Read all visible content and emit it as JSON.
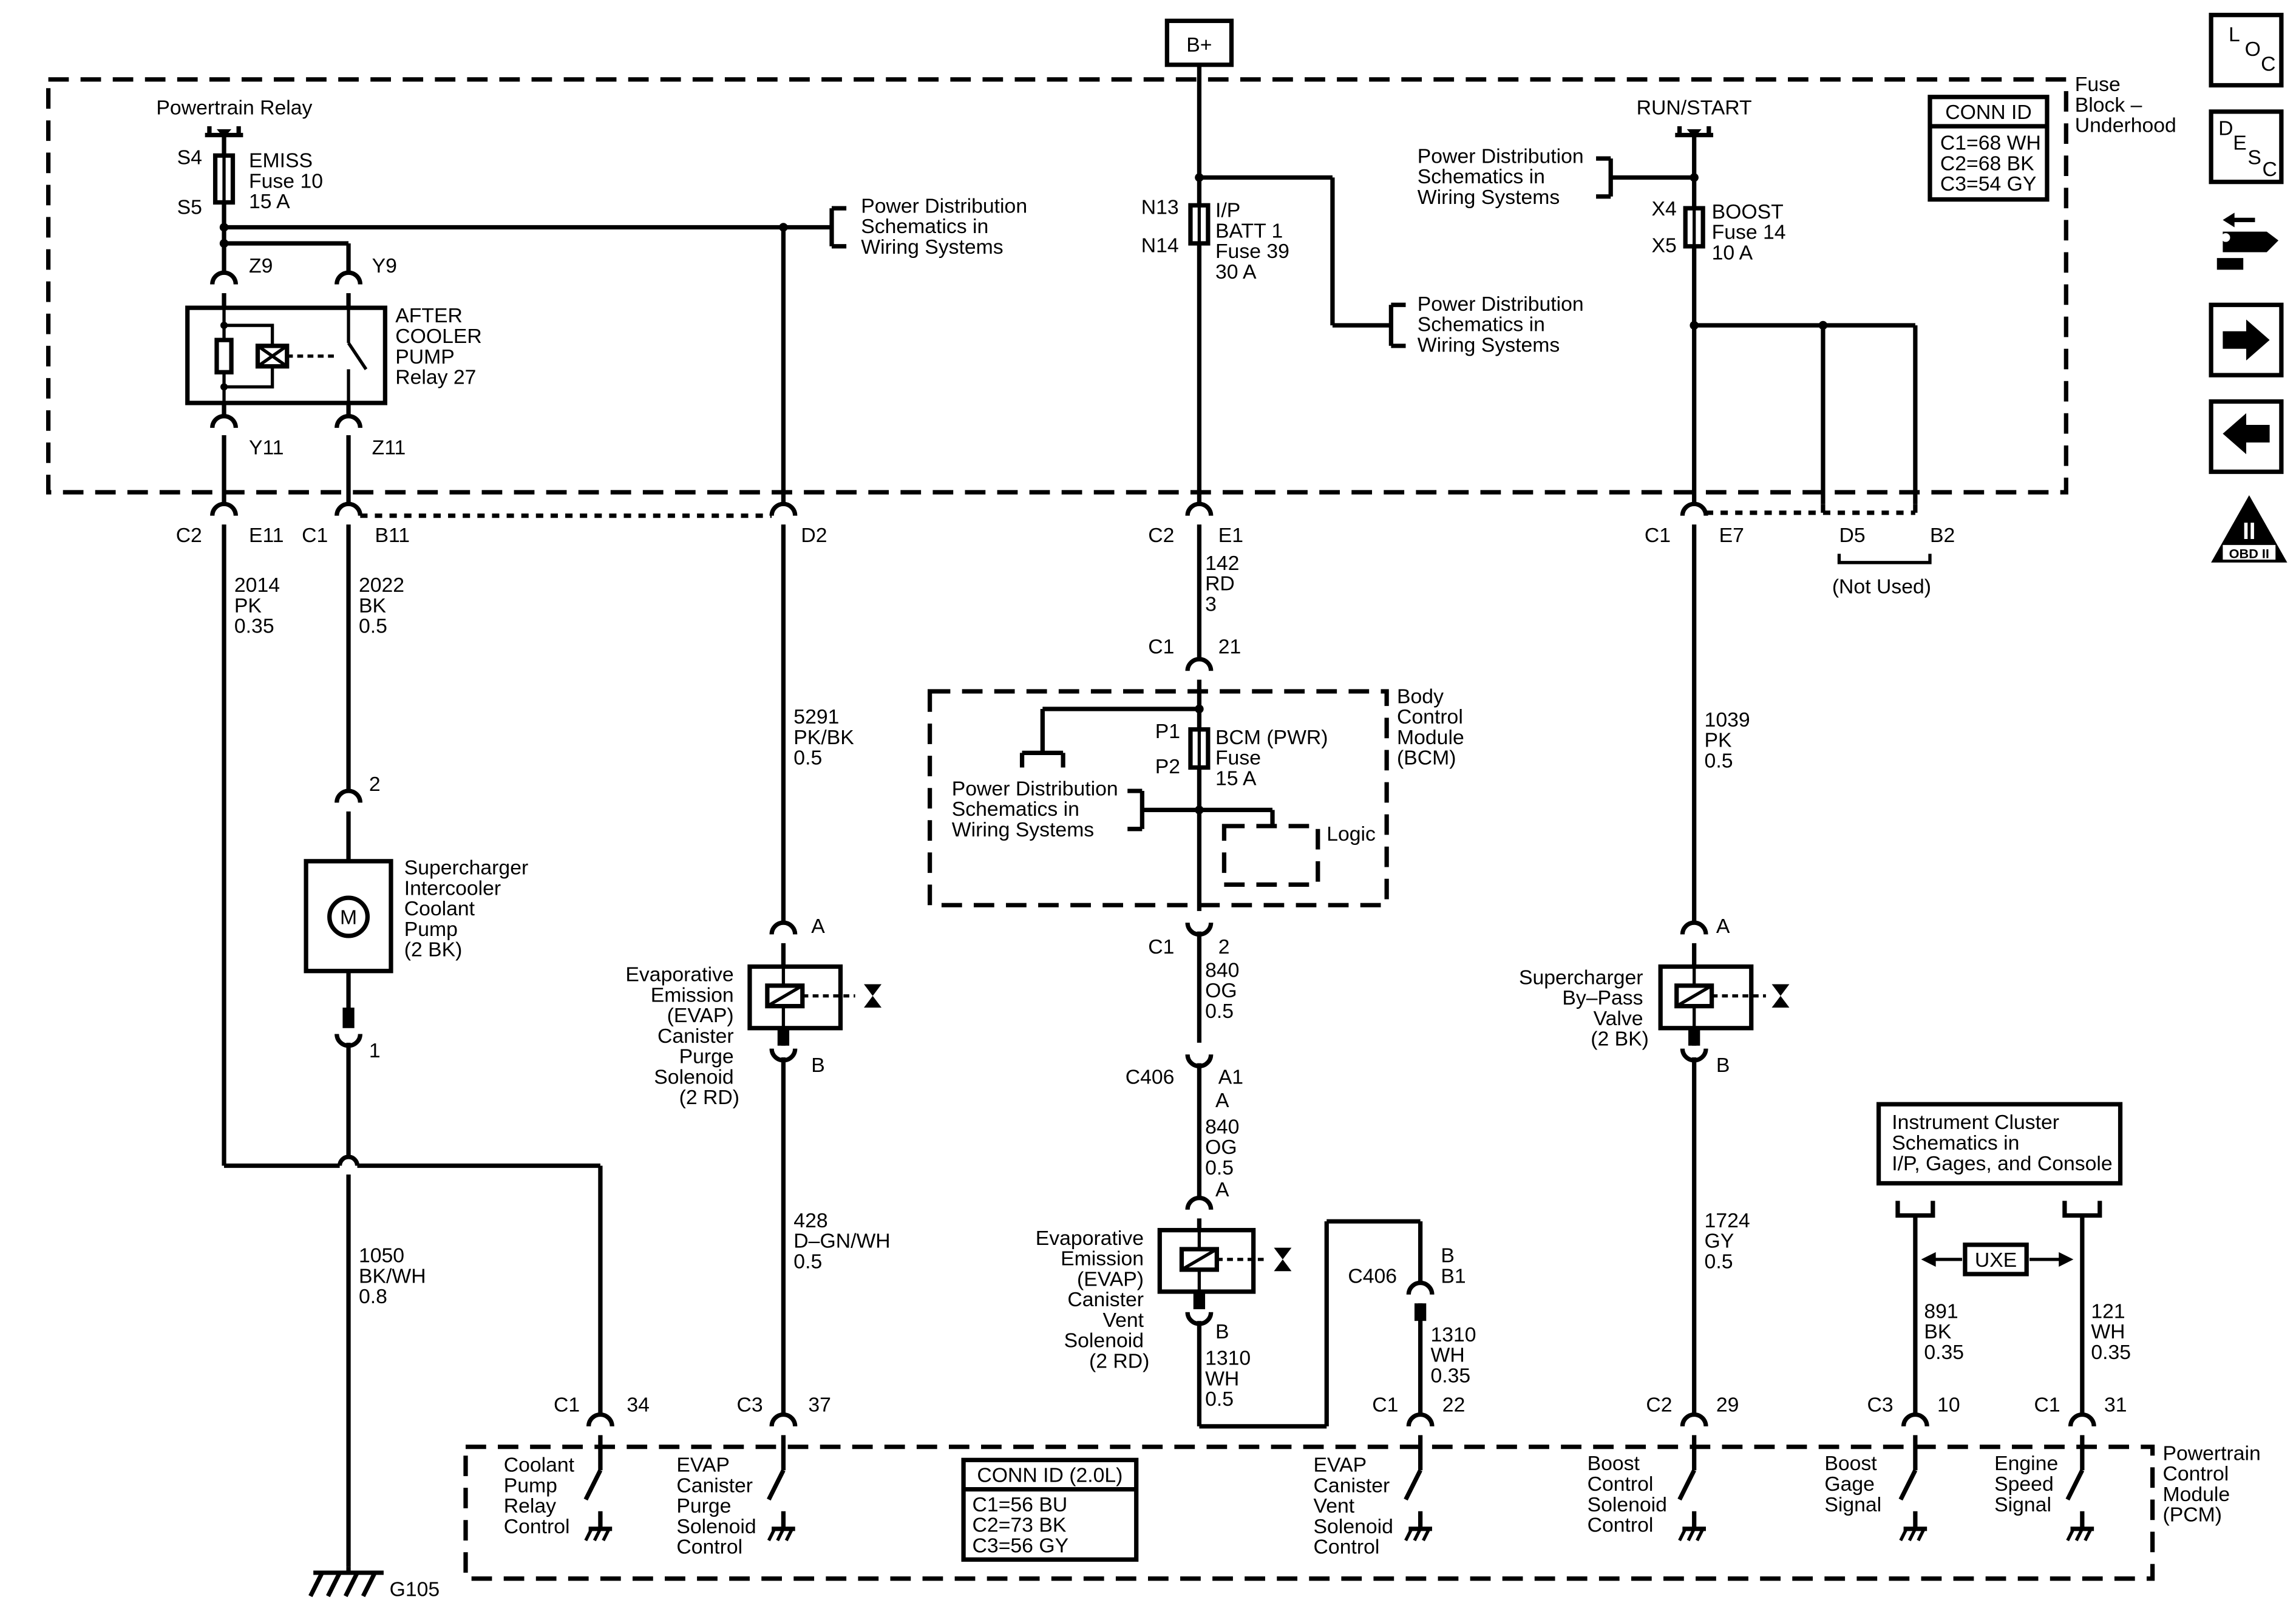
{
  "top": {
    "battery": "B+"
  },
  "fuse_block": {
    "title": [
      "Fuse",
      "Block –",
      "Underhood"
    ],
    "conn_id": {
      "title": "CONN ID",
      "items": [
        "C1=68 WH",
        "C2=68 BK",
        "C3=54 GY"
      ]
    },
    "powertrain_relay": "Powertrain Relay",
    "run_start": "RUN/START",
    "emiss_fuse": {
      "pins": [
        "S4",
        "S5"
      ],
      "label": [
        "EMISS",
        "Fuse 10",
        "15 A"
      ]
    },
    "batt_fuse": {
      "pins": [
        "N13",
        "N14"
      ],
      "label": [
        "I/P",
        "BATT 1",
        "Fuse 39",
        "30 A"
      ]
    },
    "boost_fuse": {
      "pins": [
        "X4",
        "X5"
      ],
      "label": [
        "BOOST",
        "Fuse 14",
        "10 A"
      ]
    },
    "relay": {
      "pins": [
        "Z9",
        "Y9",
        "Y11",
        "Z11"
      ],
      "label": [
        "AFTER",
        "COOLER",
        "PUMP",
        "Relay 27"
      ]
    },
    "pds_refs": [
      [
        "Power Distribution",
        "Schematics in",
        "Wiring Systems"
      ],
      [
        "Power Distribution",
        "Schematics in",
        "Wiring Systems"
      ],
      [
        "Power Distribution",
        "Schematics in",
        "Wiring Systems"
      ]
    ]
  },
  "connectors": {
    "c2_e11": [
      "C2",
      "E11"
    ],
    "c1_b11": [
      "C1",
      "B11"
    ],
    "d2": "D2",
    "c2_e1": [
      "C2",
      "E1"
    ],
    "c1_e7": [
      "C1",
      "E7"
    ],
    "d5": "D5",
    "b2": "B2",
    "not_used": "(Not Used)",
    "c1_21": [
      "C1",
      "21"
    ],
    "c1_2": [
      "C1",
      "2"
    ],
    "c406_a1": [
      "C406",
      "A1"
    ],
    "c406_b1": [
      "C406",
      "B1"
    ],
    "pin_a_1": "A",
    "pin_b_1": "B"
  },
  "wires": {
    "w2014": [
      "2014",
      "PK",
      "0.35"
    ],
    "w2022": [
      "2022",
      "BK",
      "0.5"
    ],
    "w5291": [
      "5291",
      "PK/BK",
      "0.5"
    ],
    "w142": [
      "142",
      "RD",
      "3"
    ],
    "w1039": [
      "1039",
      "PK",
      "0.5"
    ],
    "w840a": [
      "840",
      "OG",
      "0.5"
    ],
    "w840b": [
      "840",
      "OG",
      "0.5"
    ],
    "w1050": [
      "1050",
      "BK/WH",
      "0.8"
    ],
    "w428": [
      "428",
      "D–GN/WH",
      "0.5"
    ],
    "w1310a": [
      "1310",
      "WH",
      "0.5"
    ],
    "w1310b": [
      "1310",
      "WH",
      "0.35"
    ],
    "w1724": [
      "1724",
      "GY",
      "0.5"
    ],
    "w891": [
      "891",
      "BK",
      "0.35"
    ],
    "w121": [
      "121",
      "WH",
      "0.35"
    ]
  },
  "bcm": {
    "title": [
      "Body",
      "Control",
      "Module",
      "(BCM)"
    ],
    "fuse_pins": [
      "P1",
      "P2"
    ],
    "fuse_label": [
      "BCM (PWR)",
      "Fuse",
      "15 A"
    ],
    "pds_ref": [
      "Power Distribution",
      "Schematics in",
      "Wiring Systems"
    ],
    "logic": "Logic"
  },
  "components": {
    "pump": {
      "label": [
        "Supercharger",
        "Intercooler",
        "Coolant",
        "Pump",
        "(2 BK)"
      ],
      "pins": [
        "2",
        "1"
      ],
      "motor": "M"
    },
    "purge": {
      "label": [
        "Evaporative",
        "Emission",
        "(EVAP)",
        "Canister",
        "Purge",
        "Solenoid",
        "(2 RD)"
      ],
      "pins": [
        "A",
        "B"
      ]
    },
    "vent": {
      "label": [
        "Evaporative",
        "Emission",
        "(EVAP)",
        "Canister",
        "Vent",
        "Solenoid",
        "(2 RD)"
      ],
      "pins": [
        "A",
        "B"
      ]
    },
    "bypass": {
      "label": [
        "Supercharger",
        "By–Pass",
        "Valve",
        "(2 BK)"
      ],
      "pins": [
        "A",
        "B"
      ]
    },
    "ground": "G105",
    "cluster": [
      "Instrument Cluster",
      "Schematics in",
      "I/P, Gages, and Console"
    ],
    "uxe": "UXE"
  },
  "pcm": {
    "title": [
      "Powertrain",
      "Control",
      "Module",
      "(PCM)"
    ],
    "conn_id": {
      "title": "CONN ID (2.0L)",
      "items": [
        "C1=56 BU",
        "C2=73 BK",
        "C3=56 GY"
      ]
    },
    "pins": [
      {
        "conn": "C1",
        "pin": "34",
        "label": [
          "Coolant",
          "Pump",
          "Relay",
          "Control"
        ]
      },
      {
        "conn": "C3",
        "pin": "37",
        "label": [
          "EVAP",
          "Canister",
          "Purge",
          "Solenoid",
          "Control"
        ]
      },
      {
        "conn": "C1",
        "pin": "22",
        "label": [
          "EVAP",
          "Canister",
          "Vent",
          "Solenoid",
          "Control"
        ]
      },
      {
        "conn": "C2",
        "pin": "29",
        "label": [
          "Boost",
          "Control",
          "Solenoid",
          "Control"
        ]
      },
      {
        "conn": "C3",
        "pin": "10",
        "label": [
          "Boost",
          "Gage",
          "Signal"
        ]
      },
      {
        "conn": "C1",
        "pin": "31",
        "label": [
          "Engine",
          "Speed",
          "Signal"
        ]
      }
    ]
  },
  "nav": {
    "loc": [
      "L",
      "O",
      "C"
    ],
    "desc": [
      "D",
      "E",
      "S",
      "C"
    ],
    "obd": "OBD II",
    "obd_numeral": "II",
    "icons": [
      "loc-icon",
      "desc-icon",
      "connector-tool-icon",
      "arrow-right-icon",
      "arrow-left-icon",
      "obd-ii-icon"
    ]
  }
}
